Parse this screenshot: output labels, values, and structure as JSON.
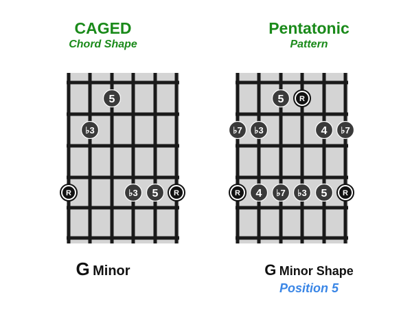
{
  "left": {
    "title": "CAGED",
    "subtitle": "Chord Shape",
    "name_root": "G",
    "name_quality": "Minor",
    "dots": [
      {
        "string": 3,
        "fret": 1,
        "label": "5",
        "root": false
      },
      {
        "string": 2,
        "fret": 2,
        "label": "♭3",
        "root": false
      },
      {
        "string": 1,
        "fret": 4,
        "label": "R",
        "root": true
      },
      {
        "string": 4,
        "fret": 4,
        "label": "♭3",
        "root": false
      },
      {
        "string": 5,
        "fret": 4,
        "label": "5",
        "root": false
      },
      {
        "string": 6,
        "fret": 4,
        "label": "R",
        "root": true
      }
    ]
  },
  "right": {
    "title": "Pentatonic",
    "subtitle": "Pattern",
    "name_root": "G",
    "name_quality": "Minor Shape",
    "position_label": "Position 5",
    "dots": [
      {
        "string": 3,
        "fret": 1,
        "label": "5",
        "root": false
      },
      {
        "string": 4,
        "fret": 1,
        "label": "R",
        "root": true
      },
      {
        "string": 1,
        "fret": 2,
        "label": "♭7",
        "root": false
      },
      {
        "string": 2,
        "fret": 2,
        "label": "♭3",
        "root": false
      },
      {
        "string": 5,
        "fret": 2,
        "label": "4",
        "root": false
      },
      {
        "string": 6,
        "fret": 2,
        "label": "♭7",
        "root": false
      },
      {
        "string": 1,
        "fret": 4,
        "label": "R",
        "root": true
      },
      {
        "string": 2,
        "fret": 4,
        "label": "4",
        "root": false
      },
      {
        "string": 3,
        "fret": 4,
        "label": "♭7",
        "root": false
      },
      {
        "string": 4,
        "fret": 4,
        "label": "♭3",
        "root": false
      },
      {
        "string": 5,
        "fret": 4,
        "label": "5",
        "root": false
      },
      {
        "string": 6,
        "fret": 4,
        "label": "R",
        "root": true
      }
    ]
  },
  "colors": {
    "title": "#1a8a1a",
    "position": "#3a86e6",
    "fretboard": "#d4d4d4",
    "lines": "#1a1a1a",
    "dot_fill": "#3a3a3a",
    "root_fill": "#111111",
    "dot_text": "#ffffff"
  }
}
